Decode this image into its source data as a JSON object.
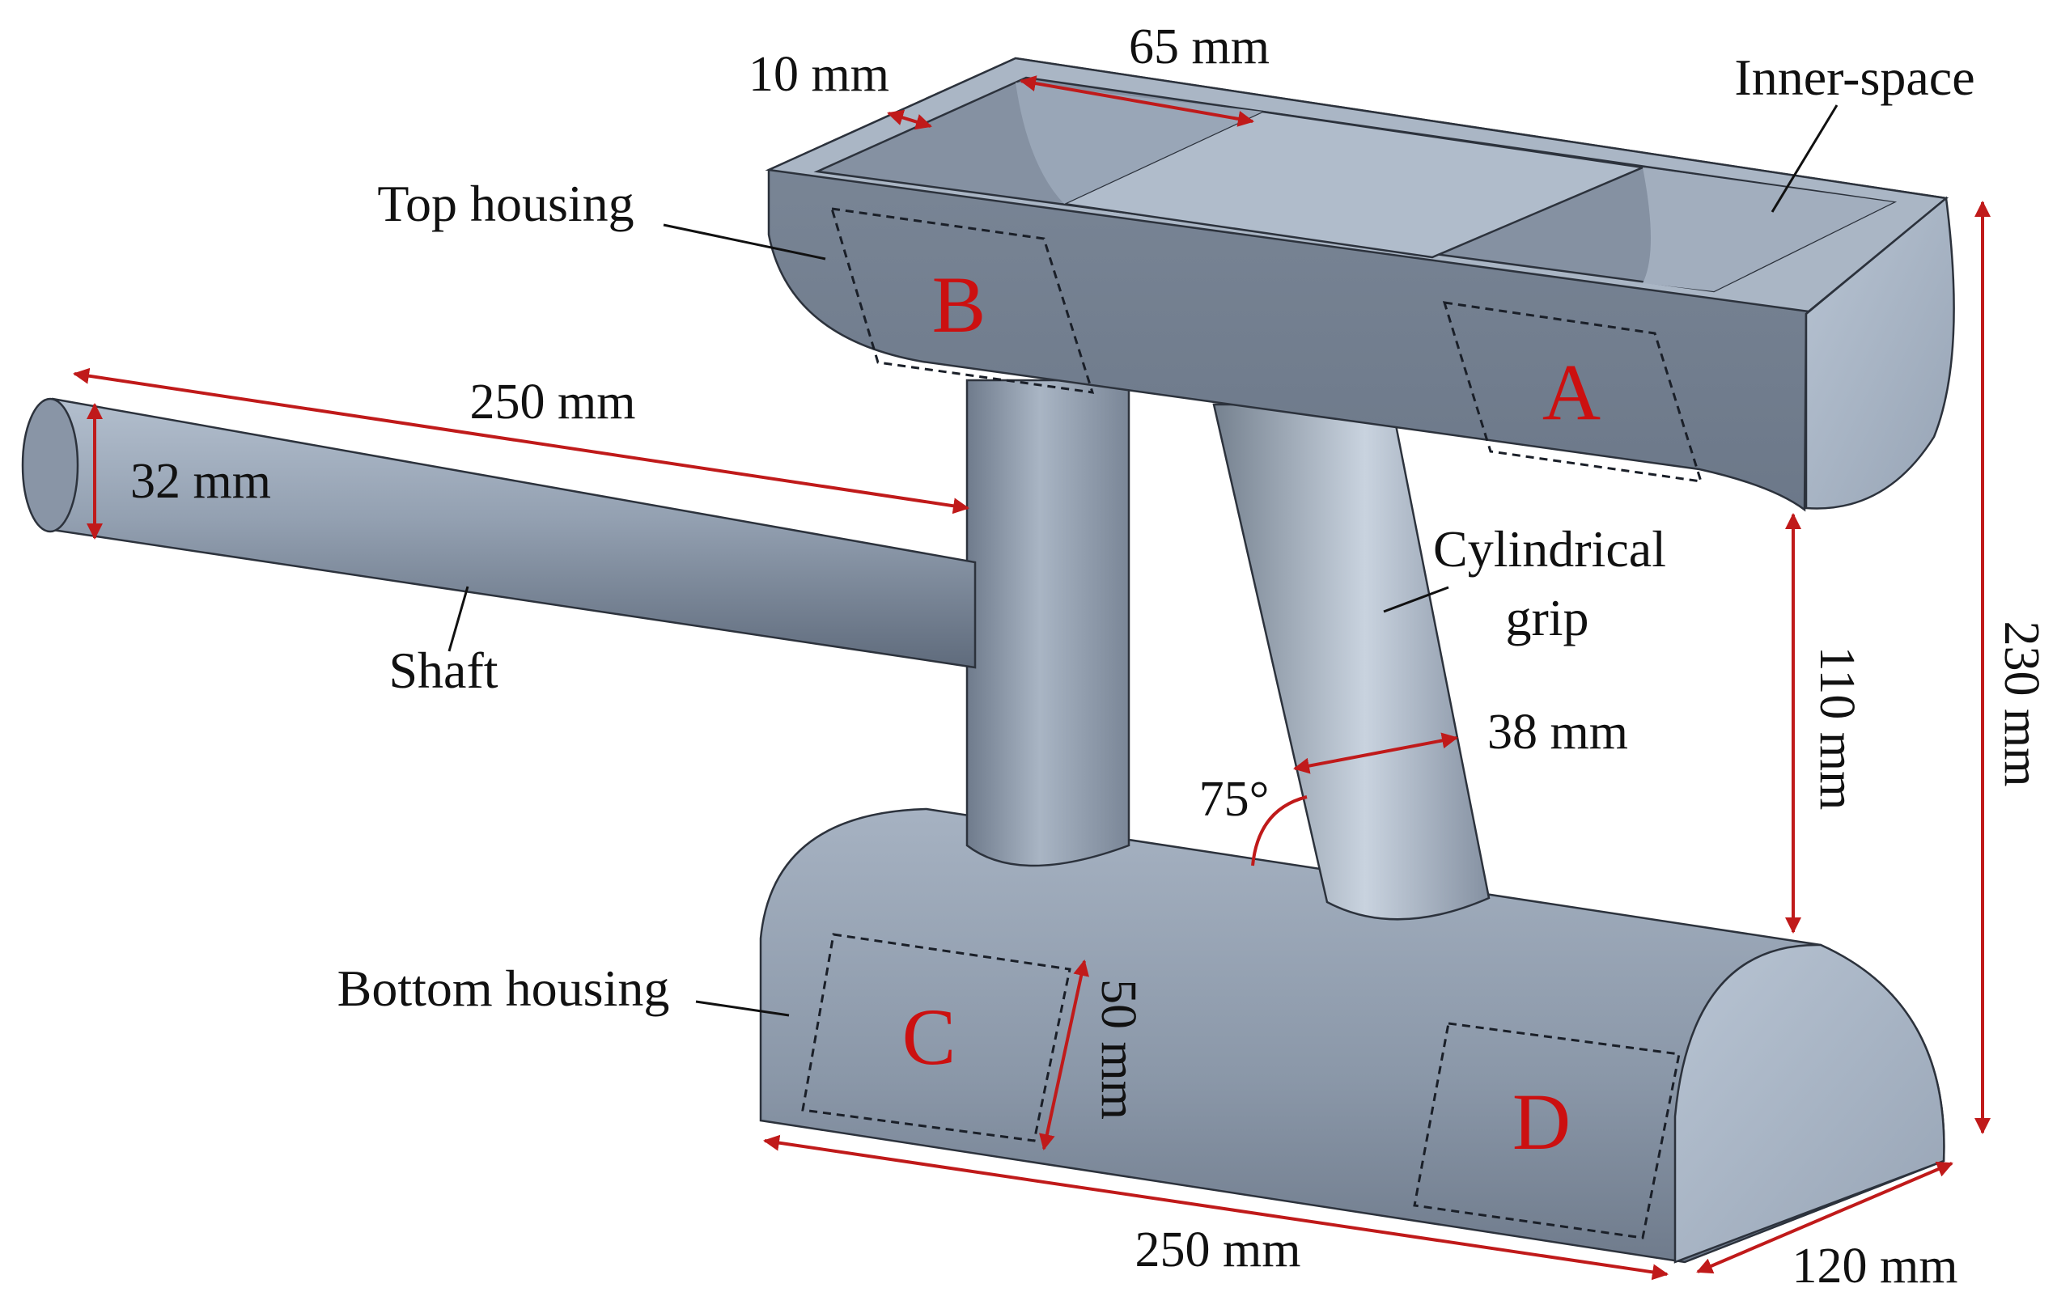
{
  "labels": {
    "top_housing": "Top housing",
    "inner_space": "Inner-space",
    "shaft": "Shaft",
    "cylindrical_grip_1": "Cylindrical",
    "cylindrical_grip_2": "grip",
    "bottom_housing": "Bottom housing"
  },
  "zones": {
    "a": "A",
    "b": "B",
    "c": "C",
    "d": "D"
  },
  "dimensions": {
    "wall": "10 mm",
    "inner": "65 mm",
    "shaft_length": "250 mm",
    "shaft_diameter": "32 mm",
    "grip_diameter": "38 mm",
    "angle": "75°",
    "gap": "110 mm",
    "total_height": "230 mm",
    "zone_height": "50 mm",
    "base_length": "250 mm",
    "base_width": "120 mm"
  },
  "colors": {
    "body": "#8f9cad",
    "body_dark": "#6c7889",
    "body_light": "#b4c0cf",
    "dimension": "#c01a1a",
    "zone_letter": "#cc1010"
  }
}
